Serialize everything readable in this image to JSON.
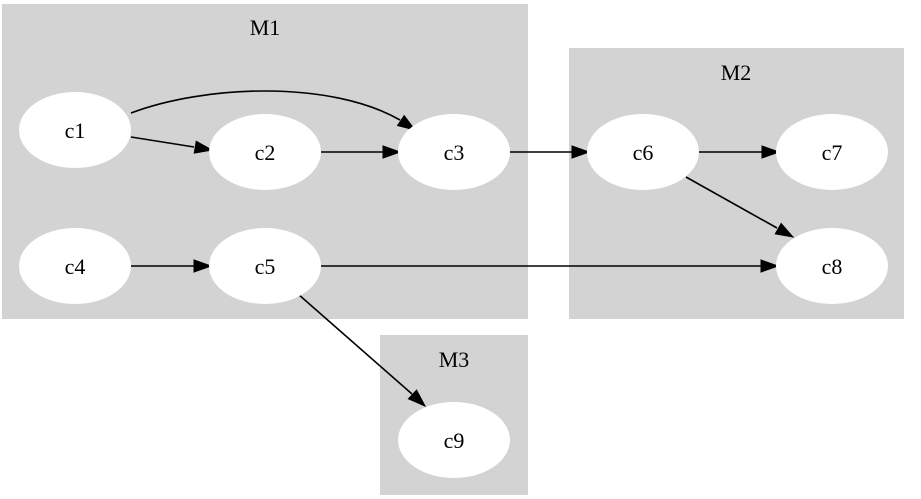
{
  "clusters": [
    {
      "id": "M1",
      "label": "M1"
    },
    {
      "id": "M2",
      "label": "M2"
    },
    {
      "id": "M3",
      "label": "M3"
    }
  ],
  "nodes": [
    {
      "id": "c1",
      "label": "c1",
      "cluster": "M1"
    },
    {
      "id": "c2",
      "label": "c2",
      "cluster": "M1"
    },
    {
      "id": "c3",
      "label": "c3",
      "cluster": "M1"
    },
    {
      "id": "c4",
      "label": "c4",
      "cluster": "M1"
    },
    {
      "id": "c5",
      "label": "c5",
      "cluster": "M1"
    },
    {
      "id": "c6",
      "label": "c6",
      "cluster": "M2"
    },
    {
      "id": "c7",
      "label": "c7",
      "cluster": "M2"
    },
    {
      "id": "c8",
      "label": "c8",
      "cluster": "M2"
    },
    {
      "id": "c9",
      "label": "c9",
      "cluster": "M3"
    }
  ],
  "edges": [
    {
      "from": "c1",
      "to": "c2"
    },
    {
      "from": "c1",
      "to": "c3"
    },
    {
      "from": "c2",
      "to": "c3"
    },
    {
      "from": "c3",
      "to": "c6"
    },
    {
      "from": "c6",
      "to": "c7"
    },
    {
      "from": "c6",
      "to": "c8"
    },
    {
      "from": "c4",
      "to": "c5"
    },
    {
      "from": "c5",
      "to": "c8"
    },
    {
      "from": "c5",
      "to": "c9"
    }
  ]
}
